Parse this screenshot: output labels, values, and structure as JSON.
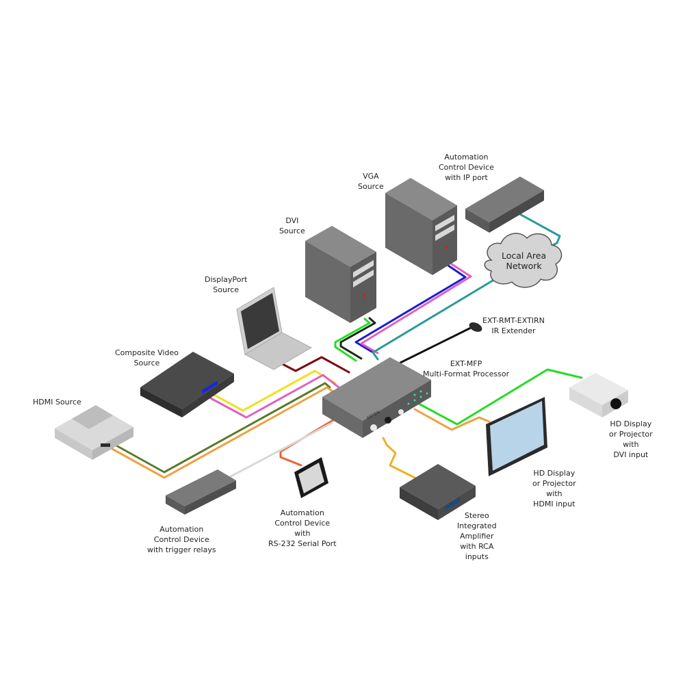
{
  "diagram": {
    "type": "system-wiring-diagram",
    "central_device": {
      "name_line1": "EXT-MFP",
      "name_line2": "Multi-Format Processor",
      "brand": "GEFEN"
    },
    "nodes": {
      "vga_source": {
        "lines": [
          "VGA",
          "Source"
        ]
      },
      "automation_ip": {
        "lines": [
          "Automation",
          "Control Device",
          "with IP port"
        ]
      },
      "dvi_source": {
        "lines": [
          "DVI",
          "Source"
        ]
      },
      "lan": {
        "lines": [
          "Local Area",
          "Network"
        ]
      },
      "displayport_source": {
        "lines": [
          "DisplayPort",
          "Source"
        ]
      },
      "ir_extender": {
        "lines": [
          "EXT-RMT-EXTIRN",
          "IR Extender"
        ]
      },
      "composite_source": {
        "lines": [
          "Composite Video",
          "Source"
        ]
      },
      "hdmi_source": {
        "lines": [
          "HDMI Source"
        ]
      },
      "dvi_display": {
        "lines": [
          "HD Display",
          "or Projector",
          "with",
          "DVI input"
        ]
      },
      "hdmi_display": {
        "lines": [
          "HD Display",
          "or Projector",
          "with",
          "HDMI input"
        ]
      },
      "amplifier": {
        "lines": [
          "Stereo",
          "Integrated",
          "Amplifier",
          "with RCA",
          "inputs"
        ]
      },
      "automation_rs232": {
        "lines": [
          "Automation",
          "Control Device",
          "with",
          "RS-232 Serial Port"
        ]
      },
      "automation_relays": {
        "lines": [
          "Automation",
          "Control Device",
          "with trigger relays"
        ]
      }
    },
    "connections": [
      {
        "from": "vga_source",
        "to": "ext_mfp",
        "colors": [
          "#1a1ad6",
          "#e060c0"
        ]
      },
      {
        "from": "dvi_source",
        "to": "ext_mfp",
        "colors": [
          "#22dd22",
          "#1a2a10"
        ]
      },
      {
        "from": "lan",
        "to": "ext_mfp",
        "colors": [
          "#2a9a9a"
        ]
      },
      {
        "from": "automation_ip",
        "to": "lan",
        "colors": [
          "#2a9a9a"
        ]
      },
      {
        "from": "displayport_source",
        "to": "ext_mfp",
        "colors": [
          "#7a0a10"
        ]
      },
      {
        "from": "composite_source",
        "to": "ext_mfp",
        "colors": [
          "#f0e020",
          "#e060c0"
        ]
      },
      {
        "from": "hdmi_source",
        "to": "ext_mfp",
        "colors": [
          "#5a7a2a",
          "#f0a040"
        ]
      },
      {
        "from": "ir_extender",
        "to": "ext_mfp",
        "colors": [
          "#111111"
        ]
      },
      {
        "from": "ext_mfp",
        "to": "dvi_display",
        "colors": [
          "#22dd22"
        ]
      },
      {
        "from": "ext_mfp",
        "to": "hdmi_display",
        "colors": [
          "#f0a040"
        ]
      },
      {
        "from": "ext_mfp",
        "to": "amplifier",
        "colors": [
          "#f0b020"
        ]
      },
      {
        "from": "ext_mfp",
        "to": "automation_rs232",
        "colors": [
          "#f06030"
        ]
      },
      {
        "from": "ext_mfp",
        "to": "automation_relays",
        "colors": [
          "#d8d8d8"
        ]
      }
    ]
  }
}
